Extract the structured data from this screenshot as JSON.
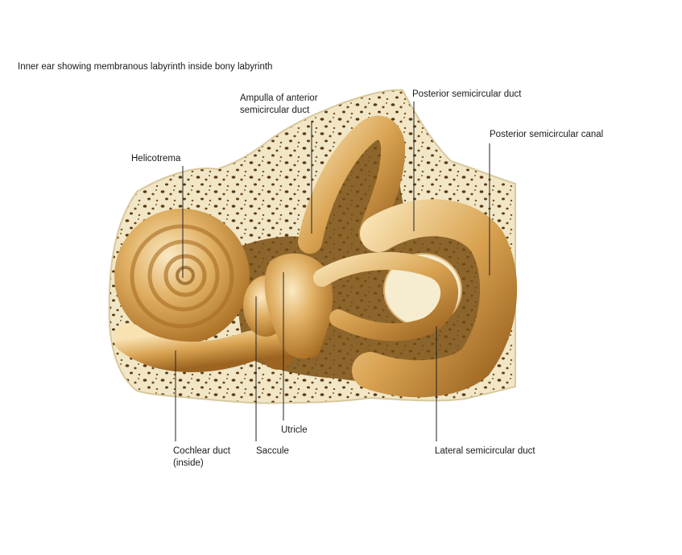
{
  "caption": "Inner ear showing membranous labyrinth inside bony labyrinth",
  "labels": {
    "ampulla_line1": "Ampulla of anterior",
    "ampulla_line2": "semicircular duct",
    "posterior_duct": "Posterior semicircular duct",
    "posterior_canal": "Posterior semicircular canal",
    "helicotrema": "Helicotrema",
    "utricle": "Utricle",
    "cochlear_line1": "Cochlear duct",
    "cochlear_line2": "(inside)",
    "saccule": "Saccule",
    "lateral_duct": "Lateral semicircular duct"
  },
  "colors": {
    "bone": "#f1e6c6",
    "bone_edge": "#d8c89c",
    "pore": "#5a3a12",
    "membrane": "#d8a654",
    "membrane_light": "#f6dfae",
    "membrane_dark": "#8a5a1c",
    "cavity": "#7a4d12",
    "leader": "#222222"
  }
}
